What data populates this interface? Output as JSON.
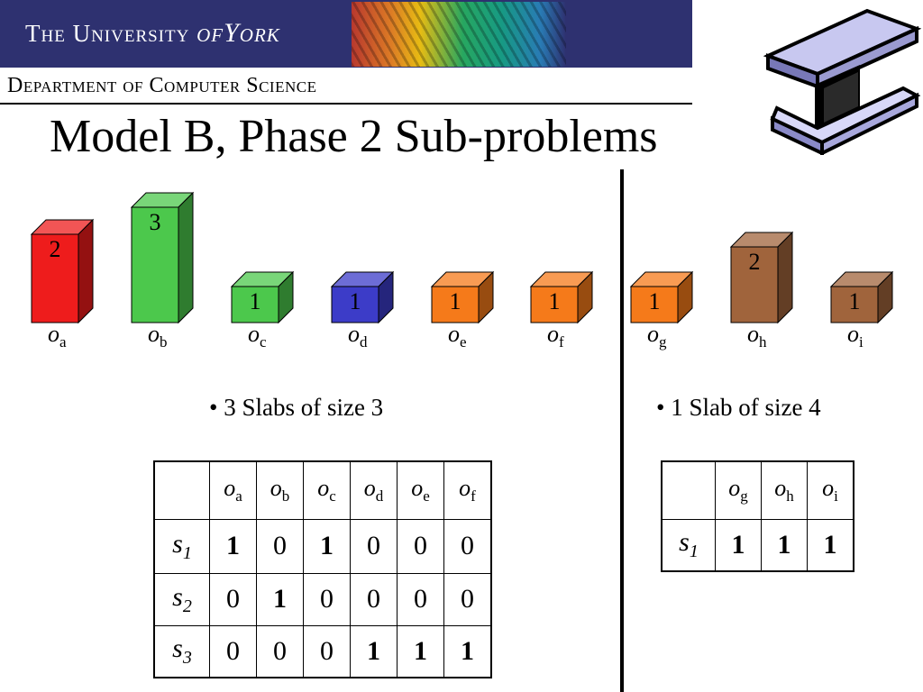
{
  "header": {
    "university_prefix": "The University",
    "university_of": "of",
    "university_york": "York",
    "department": "Department of Computer Science"
  },
  "title": "Model B, Phase 2 Sub-problems",
  "colors": {
    "banner": "#2e3170",
    "red": "#ee1c1c",
    "green": "#4cc84c",
    "blue": "#3c3cc8",
    "orange": "#f57a1a",
    "brown": "#a0643c"
  },
  "boxes": [
    {
      "value": "2",
      "label": "o",
      "sub": "a",
      "color": "red"
    },
    {
      "value": "3",
      "label": "o",
      "sub": "b",
      "color": "green"
    },
    {
      "value": "1",
      "label": "o",
      "sub": "c",
      "color": "green"
    },
    {
      "value": "1",
      "label": "o",
      "sub": "d",
      "color": "blue"
    },
    {
      "value": "1",
      "label": "o",
      "sub": "e",
      "color": "orange"
    },
    {
      "value": "1",
      "label": "o",
      "sub": "f",
      "color": "orange"
    },
    {
      "value": "1",
      "label": "o",
      "sub": "g",
      "color": "orange"
    },
    {
      "value": "2",
      "label": "o",
      "sub": "h",
      "color": "brown"
    },
    {
      "value": "1",
      "label": "o",
      "sub": "i",
      "color": "brown"
    }
  ],
  "left": {
    "bullet": "• 3 Slabs of size 3",
    "table": {
      "columns": [
        {
          "o": "o",
          "sub": "a"
        },
        {
          "o": "o",
          "sub": "b"
        },
        {
          "o": "o",
          "sub": "c"
        },
        {
          "o": "o",
          "sub": "d"
        },
        {
          "o": "o",
          "sub": "e"
        },
        {
          "o": "o",
          "sub": "f"
        }
      ],
      "rows": [
        {
          "s": "s",
          "sub": "1",
          "cells": [
            "1",
            "0",
            "1",
            "0",
            "0",
            "0"
          ]
        },
        {
          "s": "s",
          "sub": "2",
          "cells": [
            "0",
            "1",
            "0",
            "0",
            "0",
            "0"
          ]
        },
        {
          "s": "s",
          "sub": "3",
          "cells": [
            "0",
            "0",
            "0",
            "1",
            "1",
            "1"
          ]
        }
      ]
    }
  },
  "right": {
    "bullet": "• 1 Slab of size 4",
    "table": {
      "columns": [
        {
          "o": "o",
          "sub": "g"
        },
        {
          "o": "o",
          "sub": "h"
        },
        {
          "o": "o",
          "sub": "i"
        }
      ],
      "rows": [
        {
          "s": "s",
          "sub": "1",
          "cells": [
            "1",
            "1",
            "1"
          ]
        }
      ]
    }
  }
}
